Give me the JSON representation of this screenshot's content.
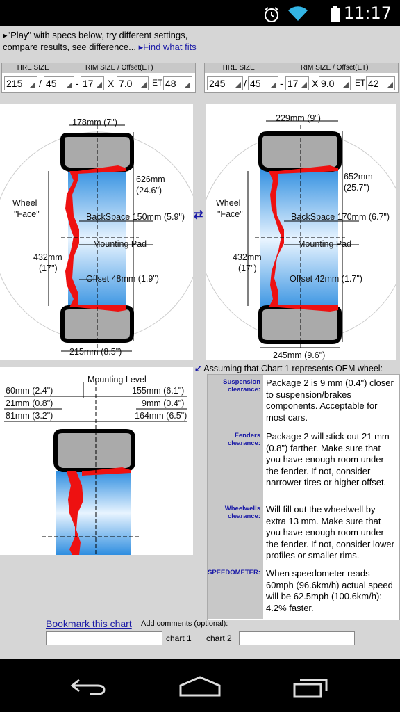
{
  "status": {
    "time": "11:17",
    "icons": [
      "alarm-icon",
      "wifi-icon",
      "battery-icon"
    ]
  },
  "intro": {
    "text": "▸\"Play\" with specs below, try different settings, compare results, see difference... ",
    "link": "▸Find what fits"
  },
  "spec1": {
    "tire_size_label": "TIRE SIZE",
    "rim_label": "RIM SIZE / Offset(ET)",
    "width": "215",
    "profile": "45",
    "rim": "17",
    "x": "X",
    "rim_width": "7.0",
    "et_label": "ET",
    "offset": "48"
  },
  "spec2": {
    "tire_size_label": "TIRE SIZE",
    "rim_label": "RIM SIZE / Offset(ET)",
    "width": "245",
    "profile": "45",
    "rim": "17",
    "x": "X",
    "rim_width": "9.0",
    "et_label": "ET",
    "offset": "42"
  },
  "diag1": {
    "top_width": "178mm (7\")",
    "height": "626mm",
    "height_in": "(24.6\")",
    "wheel": "Wheel",
    "face": "\"Face\"",
    "backspace": "BackSpace 150mm (5.9\")",
    "mounting": "Mounting Pad",
    "rim_dia": "432mm",
    "rim_dia_in": "(17\")",
    "offset": "Offset 48mm (1.9\")",
    "bottom_width": "215mm (8.5\")"
  },
  "diag2": {
    "top_width": "229mm (9\")",
    "height": "652mm",
    "height_in": "(25.7\")",
    "wheel": "Wheel",
    "face": "\"Face\"",
    "backspace": "BackSpace 170mm (6.7\")",
    "mounting": "Mounting Pad",
    "rim_dia": "432mm",
    "rim_dia_in": "(17\")",
    "offset": "Offset 42mm (1.7\")",
    "bottom_width": "245mm (9.6\")"
  },
  "swap_icon": "⇄",
  "diag3": {
    "mounting_level": "Mounting Level",
    "l1": "60mm (2.4\")",
    "l2": "21mm (0.8\")",
    "l3": "81mm (3.2\")",
    "r1": "155mm (6.1\")",
    "r2": "9mm (0.4\")",
    "r3": "164mm (6.5\")"
  },
  "assume": "Assuming that Chart 1 represents OEM wheel:",
  "comparison": [
    {
      "label": "Suspension clearance:",
      "value": "Package 2 is 9 mm (0.4\") closer to suspension/brakes components. Acceptable for most cars."
    },
    {
      "label": "Fenders clearance:",
      "value": "Package 2 will stick out 21 mm (0.8\") farther. Make sure that you have enough room under the fender. If not, consider narrower tires or higher offset."
    },
    {
      "label": "Wheelwells clearance:",
      "value": "Will fill out the wheelwell by extra 13 mm. Make sure that you have enough room under the fender. If not, consider lower profiles or smaller rims."
    },
    {
      "label": "SPEEDOMETER:",
      "value": "When speedometer reads 60mph (96.6km/h) actual speed will be 62.5mph (100.6km/h): 4.2% faster."
    }
  ],
  "bookmark": "Bookmark this chart",
  "comments_label": "Add comments (optional):",
  "chart1_label": "chart 1",
  "chart2_label": "chart 2",
  "nav": {
    "icons": [
      "back-icon",
      "home-icon",
      "recents-icon"
    ]
  }
}
